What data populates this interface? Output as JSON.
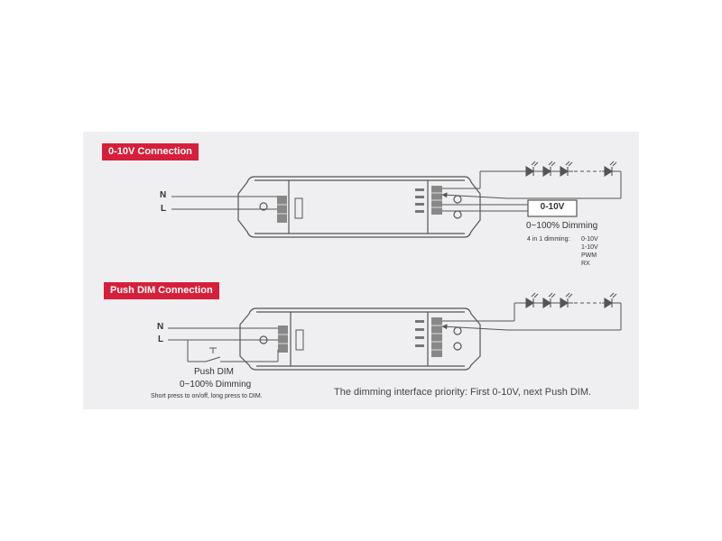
{
  "colors": {
    "panel_bg": "#efeff1",
    "badge_bg": "#d61f3a",
    "line": "#555555",
    "text": "#333333"
  },
  "section_010v": {
    "badge": "0-10V Connection",
    "mains_n": "N",
    "mains_l": "L",
    "controller_label": "0-10V",
    "dimming_label": "0~100% Dimming",
    "modes_label": "4 in 1 dimming:",
    "modes": [
      "0-10V",
      "1-10V",
      "PWM",
      "RX"
    ]
  },
  "section_pushdim": {
    "badge": "Push DIM Connection",
    "mains_n": "N",
    "mains_l": "L",
    "switch_label": "Push DIM",
    "dimming_label": "0~100% Dimming",
    "instruction": "Short press to on/off, long press to DIM."
  },
  "priority_note": "The dimming interface priority: First 0-10V, next Push DIM."
}
